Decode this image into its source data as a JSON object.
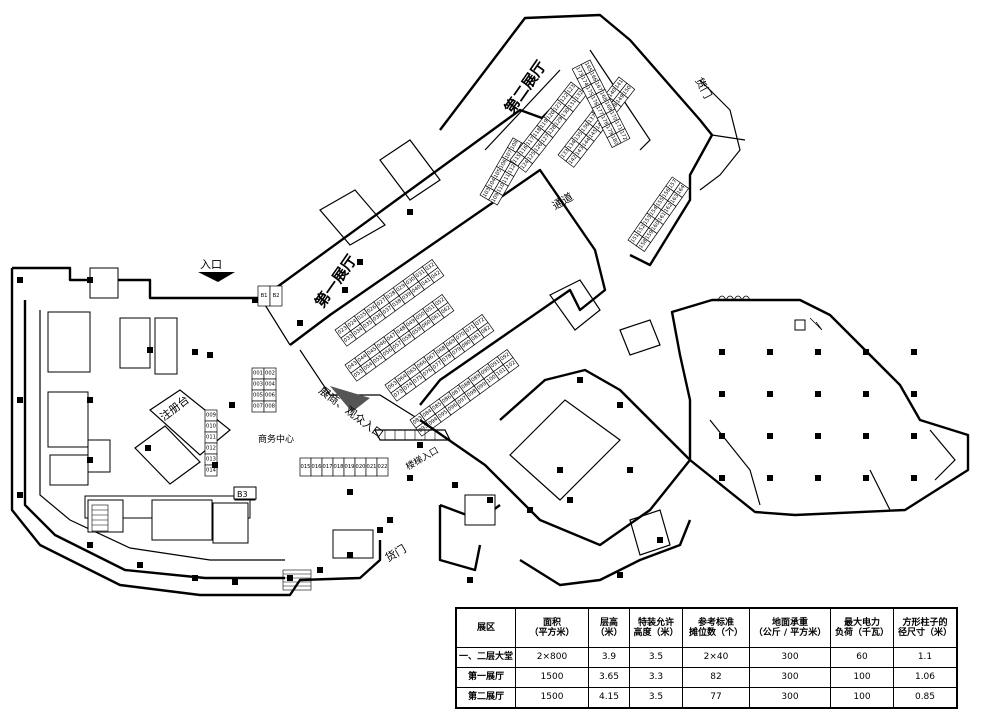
{
  "map": {
    "hall_labels": {
      "hall1": "第一展厅",
      "hall2": "第二展厅"
    },
    "entrance_label": "入口",
    "exhibitor_entrance_label": "展商、观众入口",
    "channel_label": "通道",
    "registration_label": "注册台",
    "business_center_label": "商务中心",
    "stair_entrance_label": "楼梯入口",
    "cargo_door_label": "货门",
    "b3_label": "B3",
    "booth_ids_lower_rows": [
      "023",
      "024",
      "025",
      "026",
      "027",
      "028",
      "029",
      "030",
      "031",
      "032",
      "033",
      "034",
      "035",
      "036",
      "037",
      "038",
      "039",
      "040",
      "041",
      "042",
      "043",
      "044",
      "045",
      "046",
      "047",
      "048",
      "049",
      "050",
      "051",
      "052",
      "053",
      "054",
      "055",
      "056",
      "057",
      "058",
      "059",
      "060",
      "061",
      "062",
      "063",
      "064",
      "065",
      "066",
      "067",
      "068",
      "069",
      "070",
      "071",
      "072",
      "073",
      "074",
      "075",
      "076",
      "077",
      "078",
      "079",
      "080",
      "081",
      "082",
      "083",
      "084",
      "085",
      "086",
      "087",
      "088",
      "089",
      "090",
      "091",
      "092",
      "093",
      "094",
      "095",
      "096",
      "097",
      "098",
      "099",
      "100",
      "101",
      "102"
    ],
    "booth_ids_left": [
      "001",
      "002",
      "003",
      "004",
      "005",
      "006",
      "007",
      "008",
      "009",
      "010",
      "011",
      "012",
      "013",
      "014",
      "015",
      "016",
      "017",
      "018",
      "019",
      "020",
      "021",
      "022"
    ],
    "booth_ids_hall2": [
      "103",
      "104",
      "105",
      "106",
      "107",
      "108",
      "109",
      "110",
      "111",
      "112",
      "113",
      "114",
      "115",
      "116",
      "117",
      "118",
      "119",
      "120",
      "121",
      "122",
      "123",
      "124",
      "125",
      "126",
      "127",
      "128",
      "129",
      "130",
      "131",
      "132",
      "133",
      "134",
      "135",
      "136",
      "137",
      "138",
      "139",
      "140",
      "141",
      "142",
      "143",
      "144",
      "145",
      "146",
      "147",
      "148",
      "149",
      "150",
      "151",
      "152",
      "153",
      "154",
      "155",
      "156",
      "157",
      "158",
      "159",
      "160",
      "161",
      "162",
      "163",
      "164",
      "165",
      "166",
      "167",
      "168",
      "169",
      "170",
      "171",
      "172",
      "173",
      "174",
      "175",
      "176",
      "177",
      "178",
      "179",
      "180"
    ],
    "small_booths": [
      "B1",
      "B2"
    ]
  },
  "table": {
    "headers": [
      [
        "展区"
      ],
      [
        "面积",
        "（平方米）"
      ],
      [
        "层高",
        "（米）"
      ],
      [
        "特装允许",
        "高度（米）"
      ],
      [
        "参考标准",
        "摊位数（个）"
      ],
      [
        "地面承重",
        "（公斤 / 平方米）"
      ],
      [
        "最大电力",
        "负荷（千瓦）"
      ],
      [
        "方形柱子的",
        "径尺寸（米）"
      ]
    ],
    "rows": [
      [
        "一、二层大堂",
        "2×800",
        "3.9",
        "3.5",
        "2×40",
        "300",
        "60",
        "1.1"
      ],
      [
        "第一展厅",
        "1500",
        "3.65",
        "3.3",
        "82",
        "300",
        "100",
        "1.06"
      ],
      [
        "第二展厅",
        "1500",
        "4.15",
        "3.5",
        "77",
        "300",
        "100",
        "0.85"
      ]
    ]
  }
}
